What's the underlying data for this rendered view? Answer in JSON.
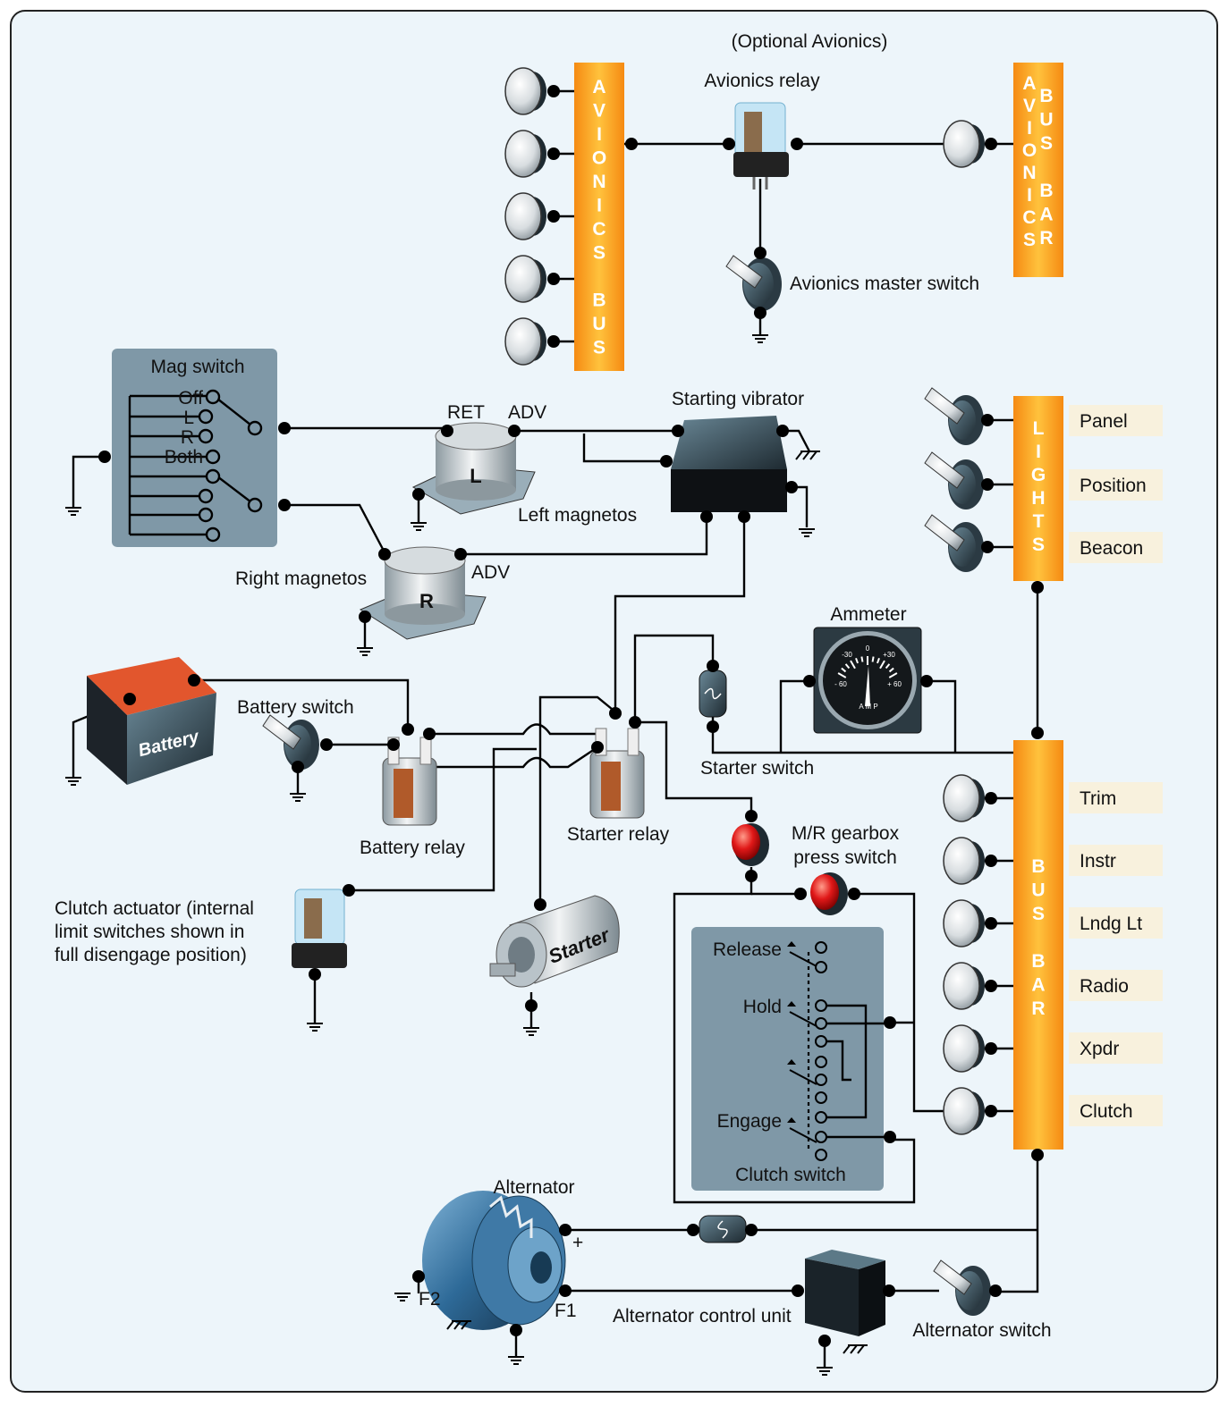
{
  "diagram": {
    "optional_avionics": "(Optional Avionics)",
    "avionics_relay": "Avionics relay",
    "avionics_master_switch": "Avionics master switch",
    "avionics_bus_left": [
      "A",
      "V",
      "I",
      "O",
      "N",
      "I",
      "C",
      "S",
      "",
      "B",
      "U",
      "S"
    ],
    "avionics_bus_right_col1": [
      "A",
      "V",
      "I",
      "O",
      "N",
      "I",
      "C",
      "S"
    ],
    "avionics_bus_right_col2": [
      "B",
      "U",
      "S",
      "",
      "B",
      "A",
      "R"
    ],
    "mag_switch": {
      "title": "Mag switch",
      "positions": [
        "Off",
        "L",
        "R",
        "Both"
      ]
    },
    "ret": "RET",
    "adv_left": "ADV",
    "adv_right": "ADV",
    "left_magneto_letter": "L",
    "right_magneto_letter": "R",
    "left_magnetos": "Left magnetos",
    "right_magnetos": "Right magnetos",
    "starting_vibrator": "Starting vibrator",
    "lights_bus": [
      "L",
      "I",
      "G",
      "H",
      "T",
      "S"
    ],
    "lights": [
      "Panel",
      "Position",
      "Beacon"
    ],
    "ammeter": {
      "title": "Ammeter",
      "scale": [
        "-30",
        "0",
        "+30",
        "- 60",
        "+ 60"
      ],
      "unit": "A M P"
    },
    "battery": "Battery",
    "battery_switch": "Battery switch",
    "battery_relay": "Battery relay",
    "starter_relay": "Starter relay",
    "starter_switch": "Starter switch",
    "starter": "Starter",
    "gearbox_switch": [
      "M/R gearbox",
      "press switch"
    ],
    "clutch_actuator": [
      "Clutch actuator (internal",
      "limit switches shown in",
      "full disengage position)"
    ],
    "clutch_switch": {
      "title": "Clutch switch",
      "positions": [
        "Release",
        "Hold",
        "Engage"
      ]
    },
    "main_bus": [
      "B",
      "U",
      "S",
      "",
      "B",
      "A",
      "R"
    ],
    "circuits": [
      "Trim",
      "Instr",
      "Lndg Lt",
      "Radio",
      "Xpdr",
      "Clutch"
    ],
    "alternator": "Alternator",
    "f2": "F2",
    "f1": "F1",
    "plus": "+",
    "alternator_control_unit": "Alternator control unit",
    "alternator_switch": "Alternator switch"
  },
  "colors": {
    "bus_orange": "#f7a21b",
    "panel_slate": "#7f98a7",
    "label_bg": "#f8f1dd",
    "battery_red": "#e2562d",
    "background": "#edf5fa"
  }
}
